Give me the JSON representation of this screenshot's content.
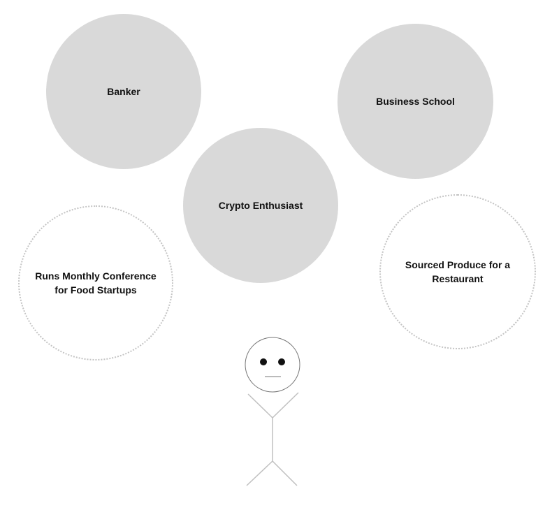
{
  "bubbles": {
    "banker": {
      "label": "Banker",
      "status": "filled"
    },
    "business_school": {
      "label": "Business School",
      "status": "filled"
    },
    "crypto": {
      "label": "Crypto Enthusiast",
      "status": "filled"
    },
    "conference": {
      "label": "Runs Monthly Conference\nfor Food Startups",
      "status": "outline"
    },
    "produce": {
      "label": "Sourced Produce for a\nRestaurant",
      "status": "outline"
    }
  },
  "colors": {
    "filled_bubble": "#d9d9d9",
    "outline_bubble_border": "#c4c4c4",
    "text": "#111111",
    "figure_stroke": "#b0b0b0"
  },
  "figure": {
    "icon": "stick-figure-person-icon",
    "expression": "neutral"
  }
}
